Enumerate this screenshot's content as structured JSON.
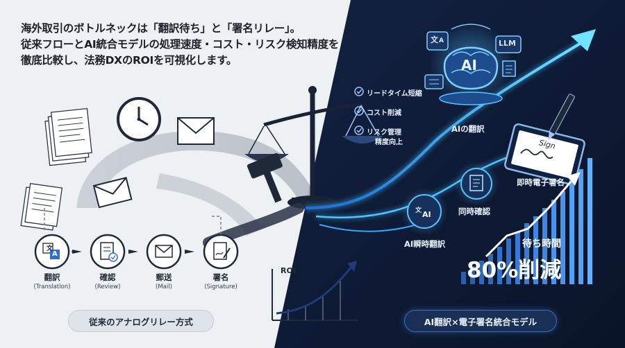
{
  "headline": {
    "line1": "海外取引のボトルネックは「翻訳待ち」と「署名リレー」。",
    "line2": "従来フローとAI統合モデルの処理速度・コスト・リスク検知精度を",
    "line3": "徹底比較し、法務DXのROIを可視化します。"
  },
  "legacy_steps": [
    {
      "title": "翻訳",
      "subtitle": "(Translation)",
      "icon": "translate-icon"
    },
    {
      "title": "確認",
      "subtitle": "(Review)",
      "icon": "review-doc-icon"
    },
    {
      "title": "郵送",
      "subtitle": "(Mail)",
      "icon": "mail-icon"
    },
    {
      "title": "署名",
      "subtitle": "(Signature)",
      "icon": "signature-doc-icon"
    }
  ],
  "legacy_caption": "従来のアナログリレー方式",
  "roi_label": "ROI",
  "benefits": [
    "リードタイム短縮",
    "コスト削減",
    "リスク管理",
    "精度向上"
  ],
  "ai_nodes": {
    "ai_translation": "AIの翻訳",
    "instant_translation": "AI瞬時翻訳",
    "simultaneous_check": "同時確認",
    "instant_signature": "即時電子署名"
  },
  "icon_text": {
    "brain": "AI",
    "llm": "LLM",
    "translate_glyph": "文",
    "translate_latin": "A",
    "translate_ai": "AI",
    "signature": "Sign"
  },
  "metric": {
    "label": "待ち時間",
    "value": "80%削減"
  },
  "ai_caption": "AI翻訳×電子署名統合モデル",
  "colors": {
    "light_bg": "#eef1f4",
    "dark_bg": "#0f1b33",
    "neon": "#38b6ff",
    "ink": "#1b1f27"
  }
}
